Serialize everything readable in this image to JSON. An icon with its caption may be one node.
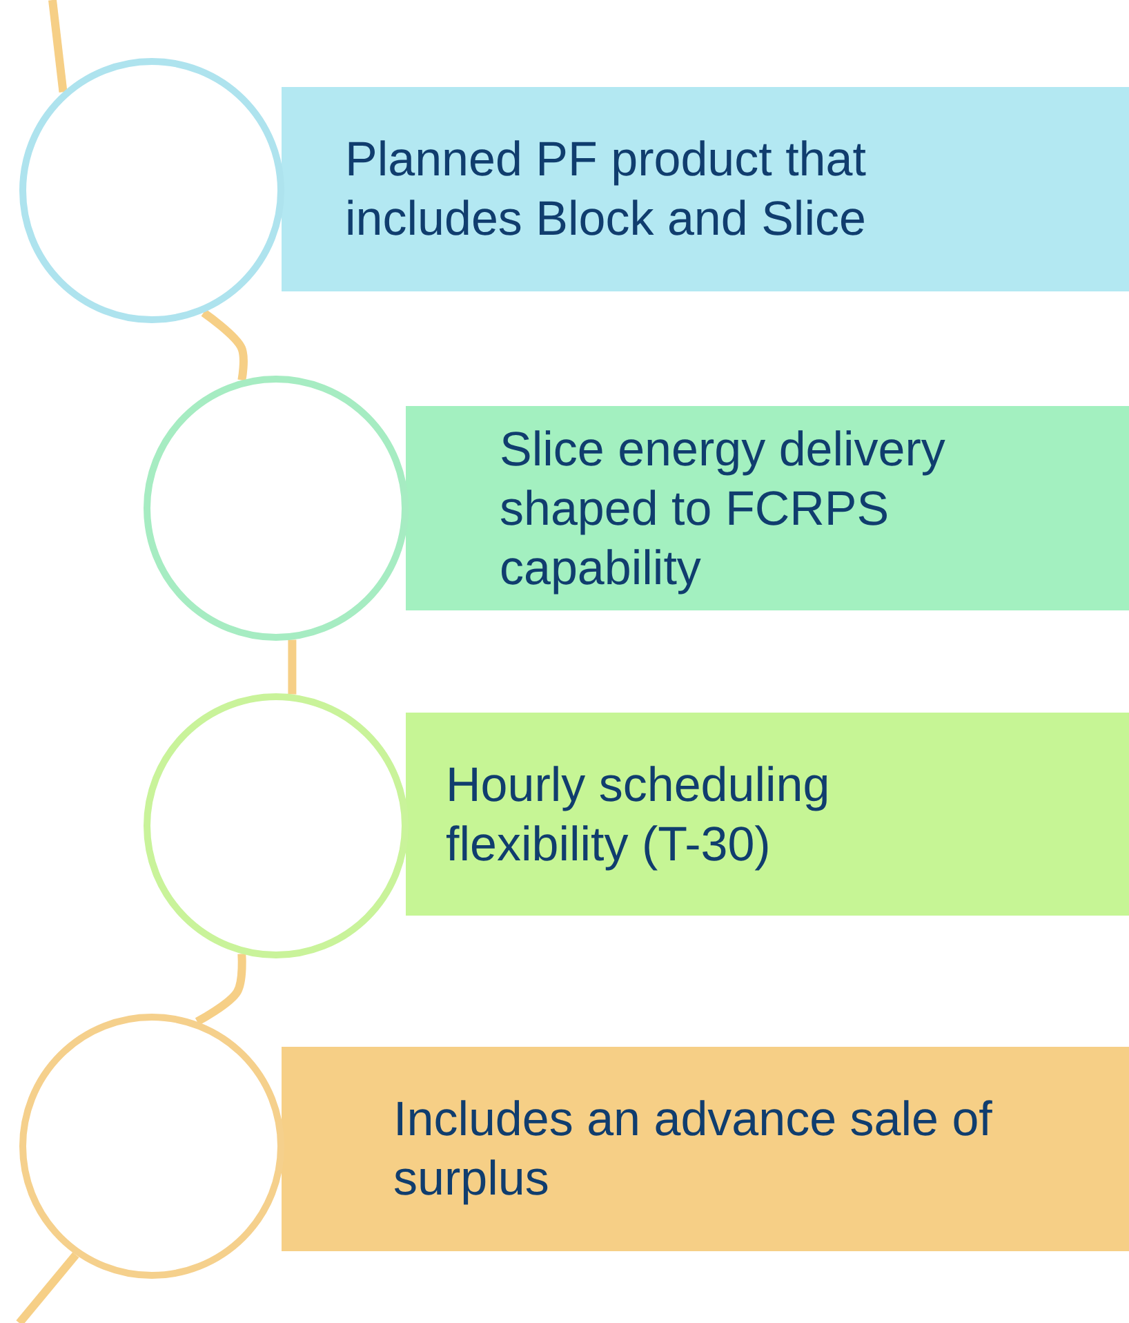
{
  "diagram": {
    "nodes": [
      {
        "text": [],
        "shape": "circle"
      },
      {
        "text": [
          "Planned PF product that includes Block and Slice"
        ]
      },
      {
        "text": [],
        "shape": "circle"
      },
      {
        "text": [
          "Slice energy delivery shaped to FCRPS capability"
        ]
      },
      {
        "text": [],
        "shape": "circle"
      },
      {
        "text": [
          "Hourly scheduling flexibility (T-30)"
        ]
      },
      {
        "text": [],
        "shape": "circle"
      },
      {
        "text": [
          "Includes an advance sale of surplus"
        ]
      }
    ],
    "edges": [
      {
        "from": null,
        "to": 0,
        "arrow": "none"
      },
      {
        "from": 0,
        "to": 2,
        "arrow": "none"
      },
      {
        "from": 2,
        "to": 4,
        "arrow": "none"
      },
      {
        "from": 4,
        "to": 6,
        "arrow": "none"
      },
      {
        "from": 6,
        "to": null,
        "arrow": "none"
      }
    ]
  }
}
